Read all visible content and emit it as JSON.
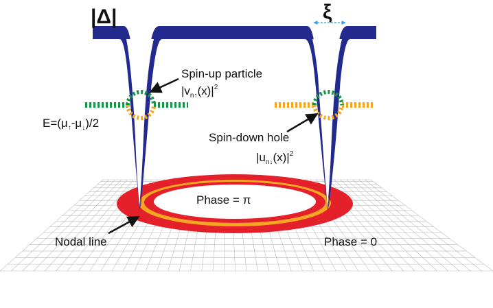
{
  "labels": {
    "gap_symbol_left": "|",
    "gap_symbol_delta": "Δ",
    "gap_symbol_right": "|",
    "coherence_symbol": "ξ",
    "spin_up_title": "Spin-up particle",
    "spin_up_formula_a": "|v",
    "spin_up_formula_sub": "n↑",
    "spin_up_formula_b": "(x)|",
    "spin_up_formula_sup": "2",
    "energy_a": "E=(μ",
    "energy_sub1": "↑",
    "energy_b": "-μ",
    "energy_sub2": "↓",
    "energy_c": ")/2",
    "spin_down_title": "Spin-down hole",
    "spin_down_formula_a": "|u",
    "spin_down_formula_sub": "n↓",
    "spin_down_formula_b": "(x)|",
    "spin_down_formula_sup": "2",
    "phase_inner": "Phase = π",
    "phase_outer": "Phase = 0",
    "nodal_line": "Nodal line"
  },
  "colors": {
    "gap_fill": "#232a8e",
    "ring_red": "#e4202a",
    "ring_orange": "#f6a623",
    "spin_up_green": "#17944a",
    "spin_down_orange": "#f4a623",
    "grid": "#b8b8b8",
    "arrow": "#111111",
    "coherence_arrow": "#2f9fe6"
  }
}
